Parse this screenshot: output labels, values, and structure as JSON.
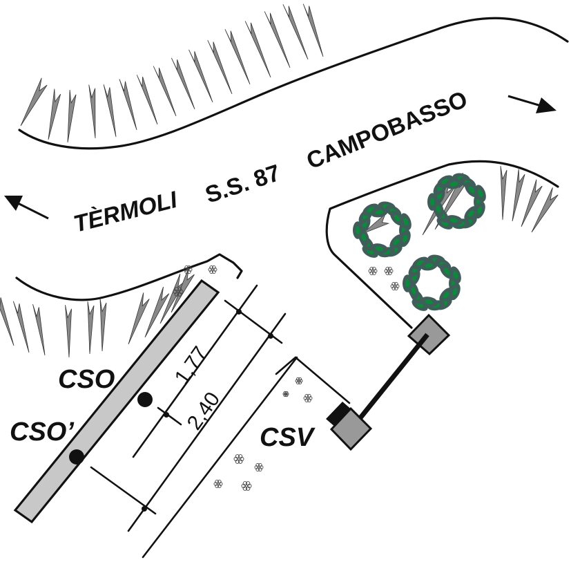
{
  "diagram": {
    "title": "Road junction plan on S.S. 87",
    "road": {
      "name": "S.S. 87",
      "direction_left": "TÈRMOLI",
      "direction_right": "CAMPOBASSO"
    },
    "labels": {
      "cso": "CSO",
      "cso_prime": "CSO’",
      "csv": "CSV"
    },
    "dimensions": {
      "short": "1,77",
      "long": "2,40"
    },
    "icons": {
      "arrow_left": "arrow-left-icon",
      "arrow_right": "arrow-right-icon",
      "grass": "grass-tuft-icon",
      "tree": "tree-icon",
      "flower": "flower-icon"
    },
    "colors": {
      "line": "#111111",
      "grass": "#8a8a8a",
      "barrier": "#c8c8c8",
      "post": "#999999",
      "tree_dark": "#3f5e5a",
      "tree_light": "#0a8a3a"
    }
  }
}
